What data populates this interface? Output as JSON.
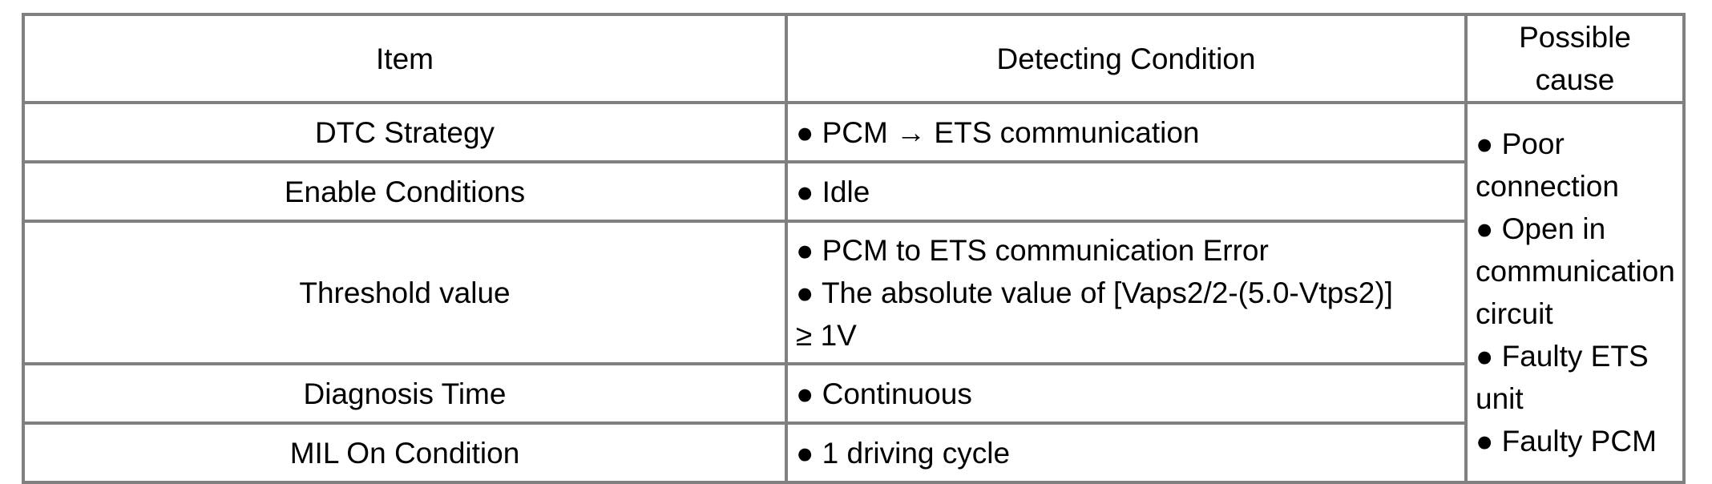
{
  "table": {
    "headers": [
      "Item",
      "Detecting Condition",
      "Possible cause"
    ],
    "rows": [
      {
        "item": "DTC Strategy",
        "condition": [
          "● PCM → ETS communication"
        ]
      },
      {
        "item": "Enable Conditions",
        "condition": [
          "● Idle"
        ]
      },
      {
        "item": "Threshold value",
        "condition": [
          "● PCM to ETS communication Error",
          "● The absolute value of [Vaps2/2-(5.0-Vtps2)]",
          "≥ 1V"
        ]
      },
      {
        "item": "Diagnosis Time",
        "condition": [
          "● Continuous"
        ]
      },
      {
        "item": "MIL On Condition",
        "condition": [
          "● 1 driving cycle"
        ]
      }
    ],
    "possible_cause": [
      "● Poor",
      "connection",
      "● Open in",
      "communication",
      "circuit",
      "● Faulty ETS",
      "unit",
      "● Faulty PCM"
    ]
  },
  "colors": {
    "border": "#808080",
    "text": "#000000",
    "background": "#ffffff"
  }
}
